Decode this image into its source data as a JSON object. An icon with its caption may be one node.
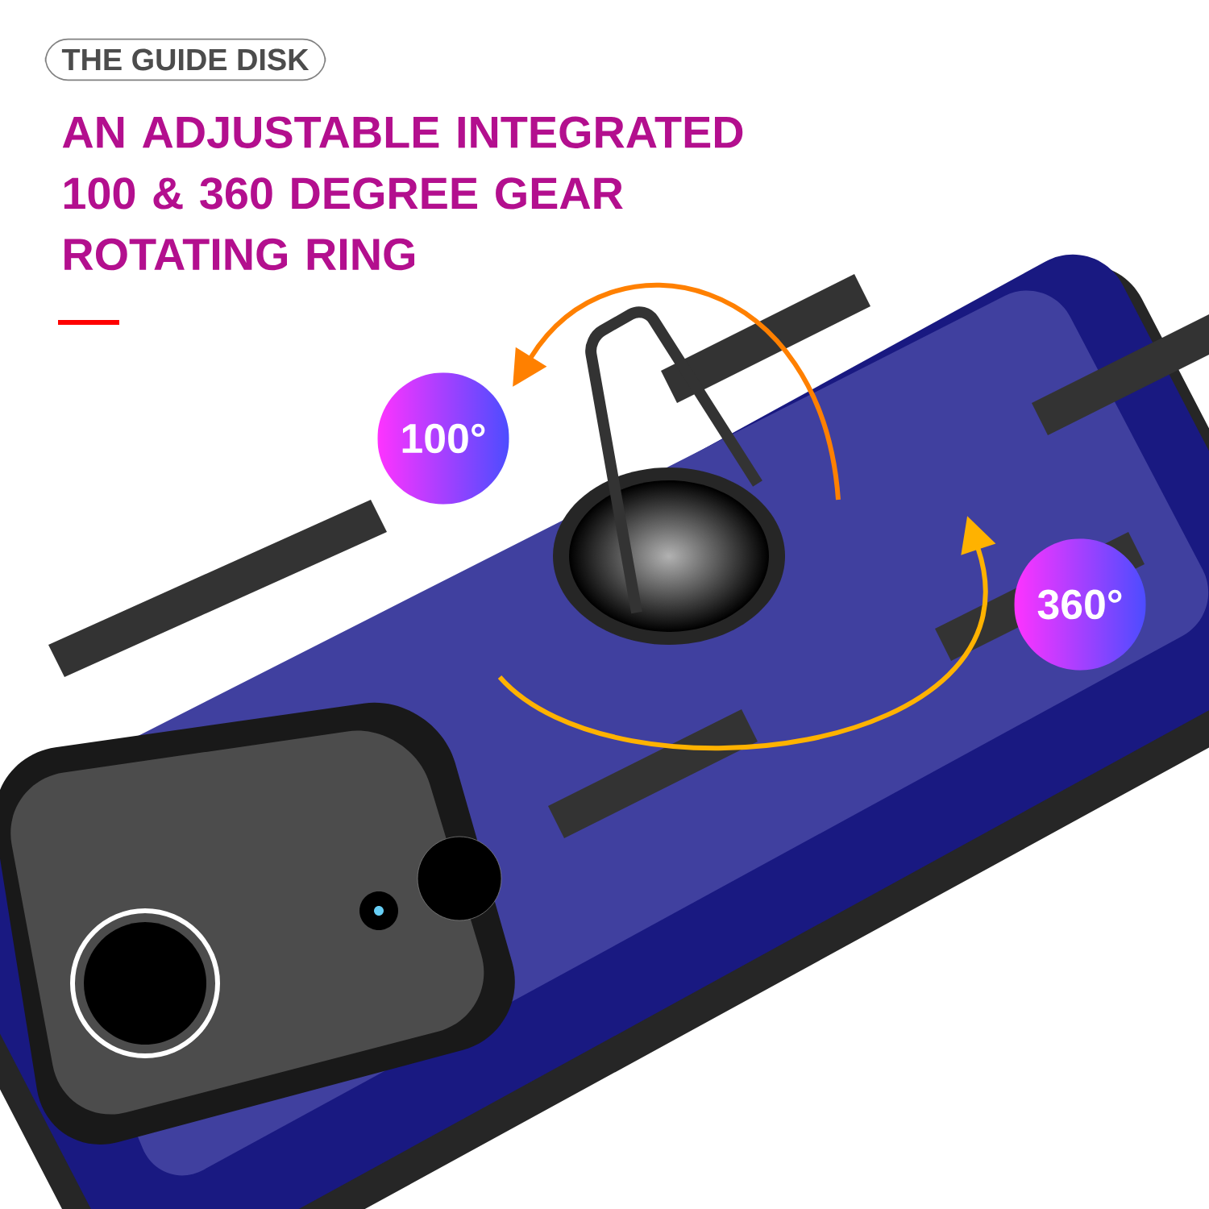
{
  "diagram": {
    "title": "AN ADJUSTABLE INTEGRATED 100 & 360 DEGREE GEAR ROTATING RING",
    "labels": [
      "THE GUIDE DISK",
      "100°",
      "360°"
    ]
  }
}
